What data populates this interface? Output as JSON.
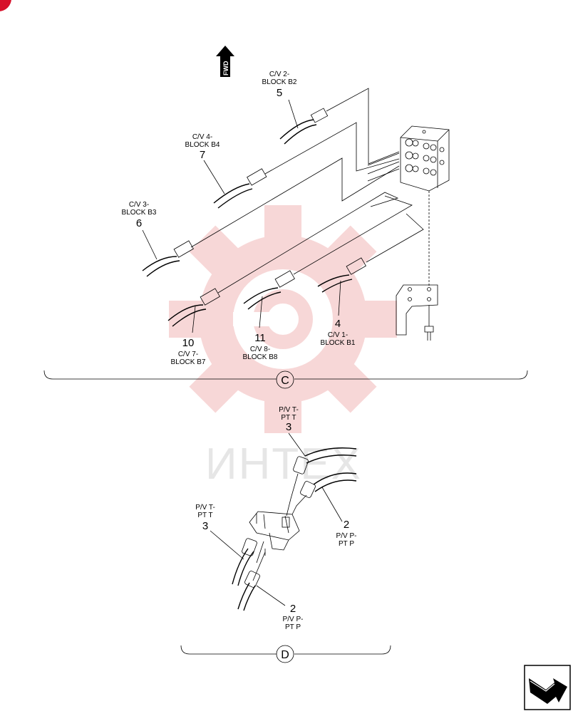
{
  "watermark": {
    "text": "ИНТЕХ",
    "color": "#f2b8b8"
  },
  "corner_mark_color": "#d7102a",
  "forward_label": "FWD",
  "view_c": {
    "marker": "C",
    "callouts": [
      {
        "name": "callout-5",
        "lines": [
          "C/V 2-",
          "BLOCK B2"
        ],
        "number": "5"
      },
      {
        "name": "callout-7",
        "lines": [
          "C/V 4-",
          "BLOCK B4"
        ],
        "number": "7"
      },
      {
        "name": "callout-6",
        "lines": [
          "C/V 3-",
          "BLOCK B3"
        ],
        "number": "6"
      },
      {
        "name": "callout-10",
        "lines": [
          "C/V 7-",
          "BLOCK B7"
        ],
        "number": "10"
      },
      {
        "name": "callout-11",
        "lines": [
          "C/V 8-",
          "BLOCK B8"
        ],
        "number": "11"
      },
      {
        "name": "callout-4",
        "lines": [
          "C/V 1-",
          "BLOCK B1"
        ],
        "number": "4"
      }
    ]
  },
  "view_d": {
    "marker": "D",
    "callouts": [
      {
        "name": "callout-3-upper",
        "lines": [
          "P/V T-",
          "PT T"
        ],
        "number": "3"
      },
      {
        "name": "callout-3-lower",
        "lines": [
          "P/V T-",
          "PT T"
        ],
        "number": "3"
      },
      {
        "name": "callout-2-upper",
        "lines": [
          "P/V P-",
          "PT P"
        ],
        "number": "2"
      },
      {
        "name": "callout-2-lower",
        "lines": [
          "P/V P-",
          "PT P"
        ],
        "number": "2"
      }
    ]
  },
  "nav_icon": "next-page-arrow-icon"
}
